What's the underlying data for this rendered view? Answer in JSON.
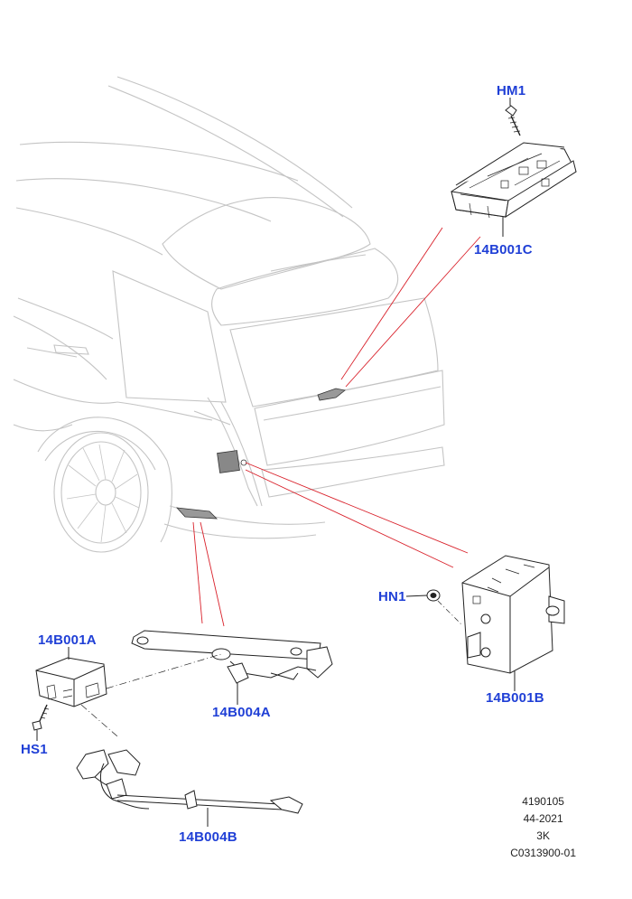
{
  "callouts": {
    "hm1": "HM1",
    "b001c": "14B001C",
    "hn1": "HN1",
    "b001b": "14B001B",
    "b001a": "14B001A",
    "b004a": "14B004A",
    "hs1": "HS1",
    "b004b": "14B004B"
  },
  "footer": {
    "line1": "4190105",
    "line2": "44-2021",
    "line3": "3K",
    "line4": "C0313900-01"
  },
  "colors": {
    "callout": "#1f3fd6",
    "leader_red": "#d9202a",
    "line_art": "#bdbdbd",
    "part_ink": "#222222"
  }
}
